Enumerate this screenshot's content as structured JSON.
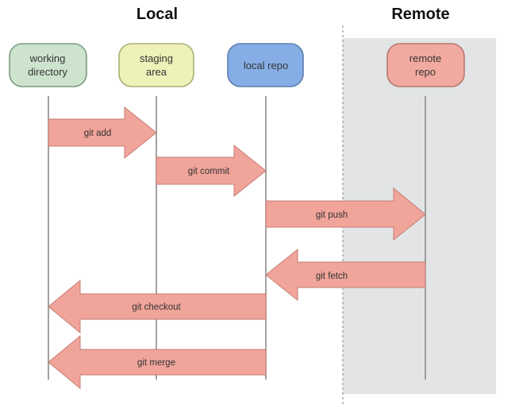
{
  "sections": {
    "local": "Local",
    "remote": "Remote"
  },
  "nodes": [
    {
      "id": "working-directory",
      "lines": [
        "working",
        "directory"
      ],
      "fill": "#cde3ce",
      "stroke": "#7d9a80"
    },
    {
      "id": "staging-area",
      "lines": [
        "staging",
        "area"
      ],
      "fill": "#eef2b8",
      "stroke": "#a9ad75"
    },
    {
      "id": "local-repo",
      "lines": [
        "local repo"
      ],
      "fill": "#86aee6",
      "stroke": "#5f7fae"
    },
    {
      "id": "remote-repo",
      "lines": [
        "remote",
        "repo"
      ],
      "fill": "#f2aaa0",
      "stroke": "#b8786f"
    }
  ],
  "commands": [
    {
      "id": "git-add",
      "label": "git add",
      "from": "working-directory",
      "to": "staging-area"
    },
    {
      "id": "git-commit",
      "label": "git commit",
      "from": "staging-area",
      "to": "local-repo"
    },
    {
      "id": "git-push",
      "label": "git push",
      "from": "local-repo",
      "to": "remote-repo"
    },
    {
      "id": "git-fetch",
      "label": "git fetch",
      "from": "remote-repo",
      "to": "local-repo"
    },
    {
      "id": "git-checkout",
      "label": "git checkout",
      "from": "local-repo",
      "to": "working-directory"
    },
    {
      "id": "git-merge",
      "label": "git merge",
      "from": "local-repo",
      "to": "working-directory"
    }
  ],
  "colors": {
    "arrow_fill": "#f0a49a",
    "arrow_stroke": "#c47d73",
    "remote_panel": "#e2e4e5",
    "lifeline": "#8a8a8a",
    "divider": "#9a9a9a"
  }
}
